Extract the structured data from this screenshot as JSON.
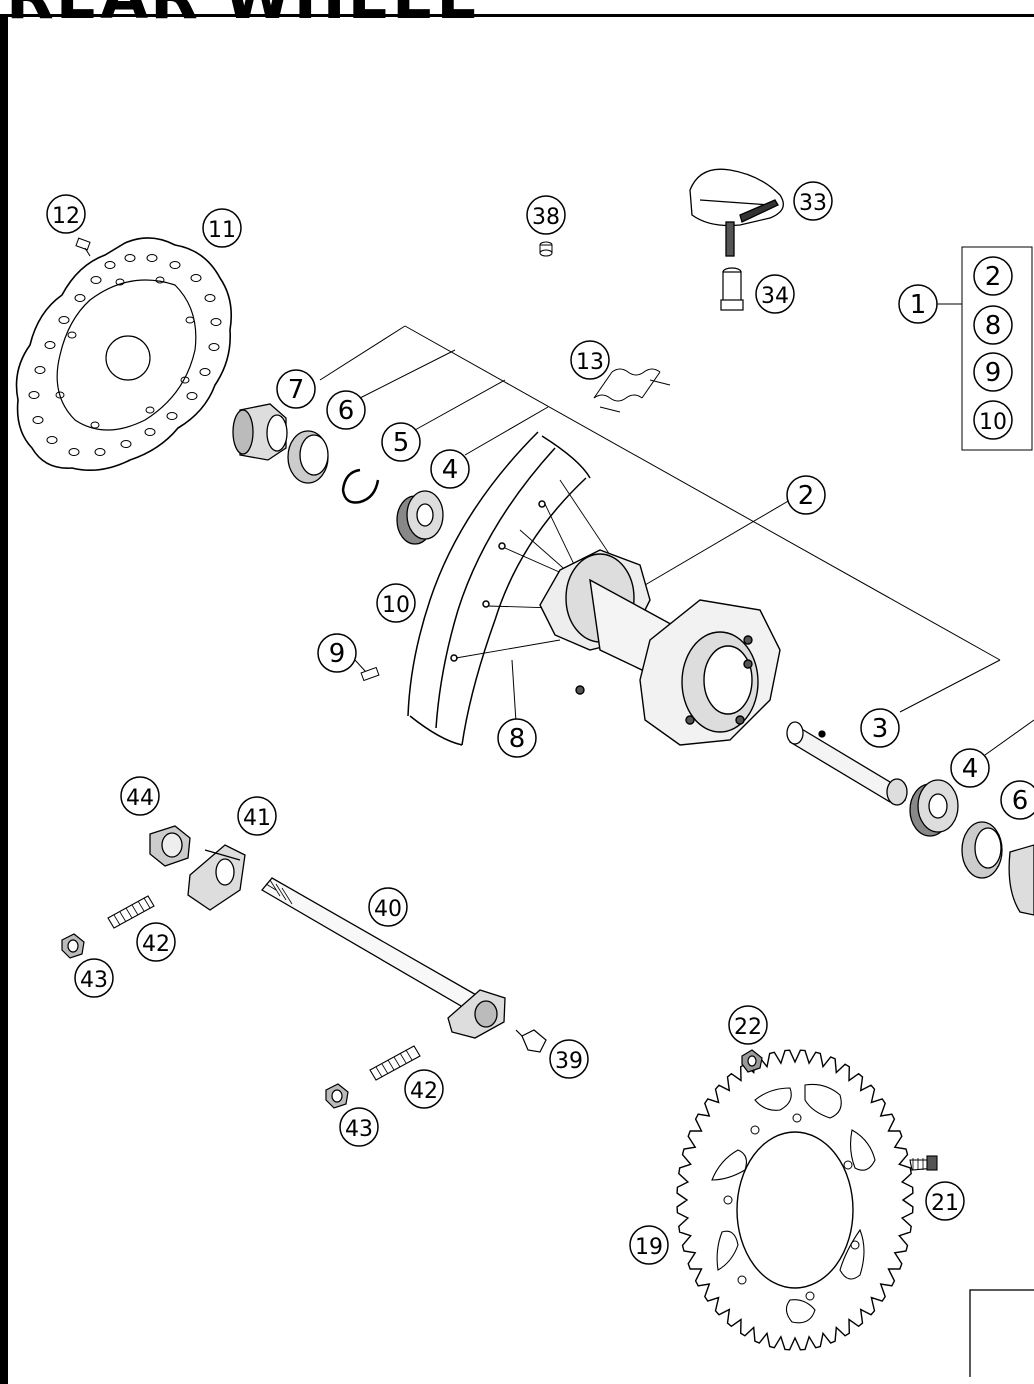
{
  "title": "REAR WHEEL",
  "callouts": {
    "c1": "1",
    "c2a": "2",
    "c8a": "8",
    "c9a": "9",
    "c10a": "10",
    "c11": "11",
    "c12": "12",
    "c13": "13",
    "c38": "38",
    "c33": "33",
    "c34": "34",
    "c7a": "7",
    "c6a": "6",
    "c5": "5",
    "c4a": "4",
    "c2b": "2",
    "c10b": "10",
    "c9b": "9",
    "c8b": "8",
    "c3": "3",
    "c4b": "4",
    "c6b": "6",
    "c44": "44",
    "c41": "41",
    "c40": "40",
    "c42a": "42",
    "c43a": "43",
    "c39": "39",
    "c42b": "42",
    "c43b": "43",
    "c22": "22",
    "c21": "21",
    "c19": "19"
  }
}
